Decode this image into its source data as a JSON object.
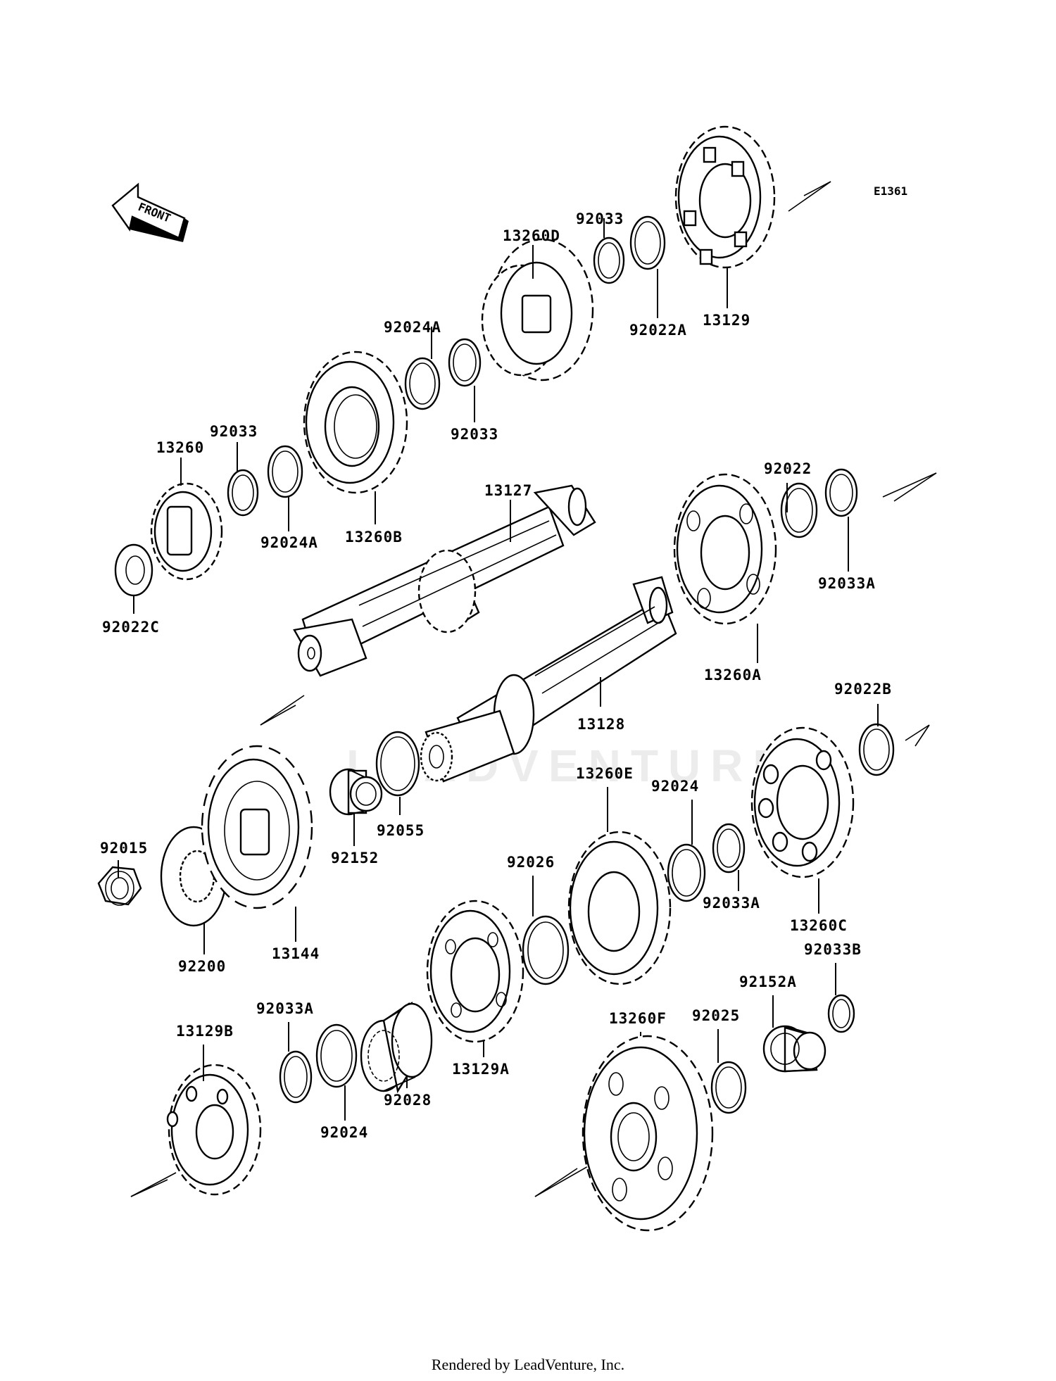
{
  "diagram_code": "E1361",
  "front_label": "FRONT",
  "watermark": "LEADVENTURE",
  "footer": "Rendered by LeadVenture, Inc.",
  "parts": {
    "p92022C": "92022C",
    "p13260": "13260",
    "p92033_a": "92033",
    "p92024A_a": "92024A",
    "p13260B": "13260B",
    "p92024A_b": "92024A",
    "p92033_b": "92033",
    "p13260D": "13260D",
    "p92033_c": "92033",
    "p92022A": "92022A",
    "p13129": "13129",
    "p13127": "13127",
    "p92022": "92022",
    "p92033A_a": "92033A",
    "p13260A": "13260A",
    "p13128": "13128",
    "p92022B": "92022B",
    "p92055": "92055",
    "p92152": "92152",
    "p92015": "92015",
    "p92200": "92200",
    "p13144": "13144",
    "p13260E": "13260E",
    "p92024_a": "92024",
    "p92033A_b": "92033A",
    "p13260C": "13260C",
    "p92026": "92026",
    "p13129A": "13129A",
    "p92028": "92028",
    "p92033A_c": "92033A",
    "p13129B": "13129B",
    "p92024_b": "92024",
    "p13260F": "13260F",
    "p92025": "92025",
    "p92152A": "92152A",
    "p92033B": "92033B"
  }
}
